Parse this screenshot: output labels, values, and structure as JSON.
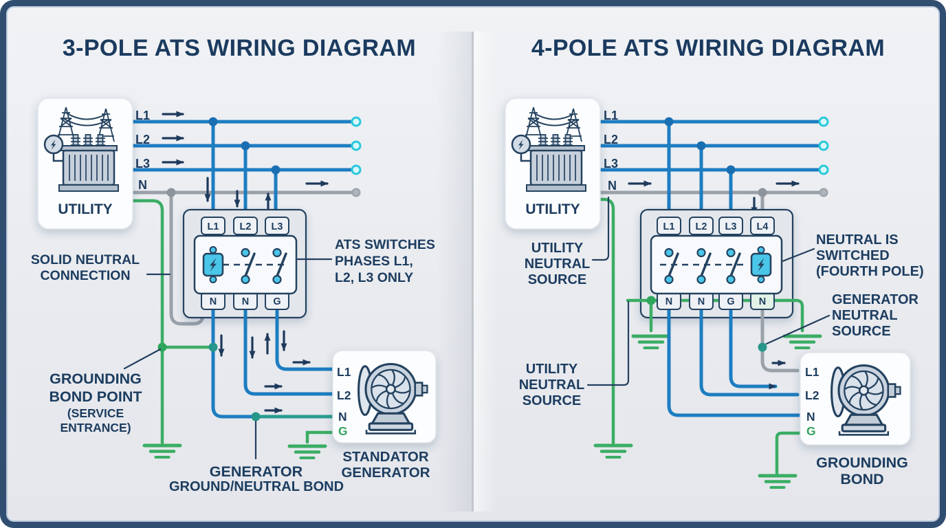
{
  "colors": {
    "accent_navy": "#1d3d60",
    "wire_blue": "#1d7dc1",
    "wire_gray": "#9aa1a9",
    "wire_green": "#3bad64",
    "wire_teal": "#2a9d8f",
    "endpoint_cyan": "#2bc8db",
    "breaker_cyan": "#4ac6e9"
  },
  "left": {
    "title": "3-POLE ATS WIRING DIAGRAM",
    "utility": "UTILITY",
    "bus": {
      "l1": "L1",
      "l2": "L2",
      "l3": "L3",
      "n": "N"
    },
    "ats_top": [
      "L1",
      "L2",
      "L3"
    ],
    "ats_bottom": [
      "N",
      "N",
      "G"
    ],
    "gen_terminals": {
      "l1": "L1",
      "l2": "L2",
      "n": "N",
      "g": "G"
    },
    "labels": {
      "solid_neutral": "SOLID NEUTRAL\nCONNECTION",
      "ats_switches": "ATS SWITCHES\nPHASES L1,\nL2, L3 ONLY",
      "grounding_bond_point": "GROUNDING\nBOND POINT",
      "service_entrance": "(SERVICE ENTRANCE)",
      "generator_bond_title": "GENERATOR",
      "generator_bond_sub": "GROUND/NEUTRAL BOND",
      "generator_name": "STANDATOR\nGENERATOR"
    }
  },
  "right": {
    "title": "4-POLE ATS WIRING DIAGRAM",
    "utility": "UTILITY",
    "bus": {
      "l1": "L1",
      "l2": "L2",
      "l3": "L3",
      "n": "N"
    },
    "ats_top": [
      "L1",
      "L2",
      "L3",
      "L4"
    ],
    "ats_bottom": [
      "N",
      "N",
      "G",
      "N"
    ],
    "gen_terminals": {
      "l1": "L1",
      "l2": "L2",
      "n": "N",
      "g": "G"
    },
    "labels": {
      "utility_neutral_1": "UTILITY\nNEUTRAL\nSOURCE",
      "utility_neutral_2": "UTILITY\nNEUTRAL\nSOURCE",
      "neutral_switched": "NEUTRAL IS\nSWITCHED\n(FOURTH POLE)",
      "generator_neutral": "GENERATOR\nNEUTRAL\nSOURCE",
      "grounding_bond": "GROUNDING\nBOND"
    }
  }
}
